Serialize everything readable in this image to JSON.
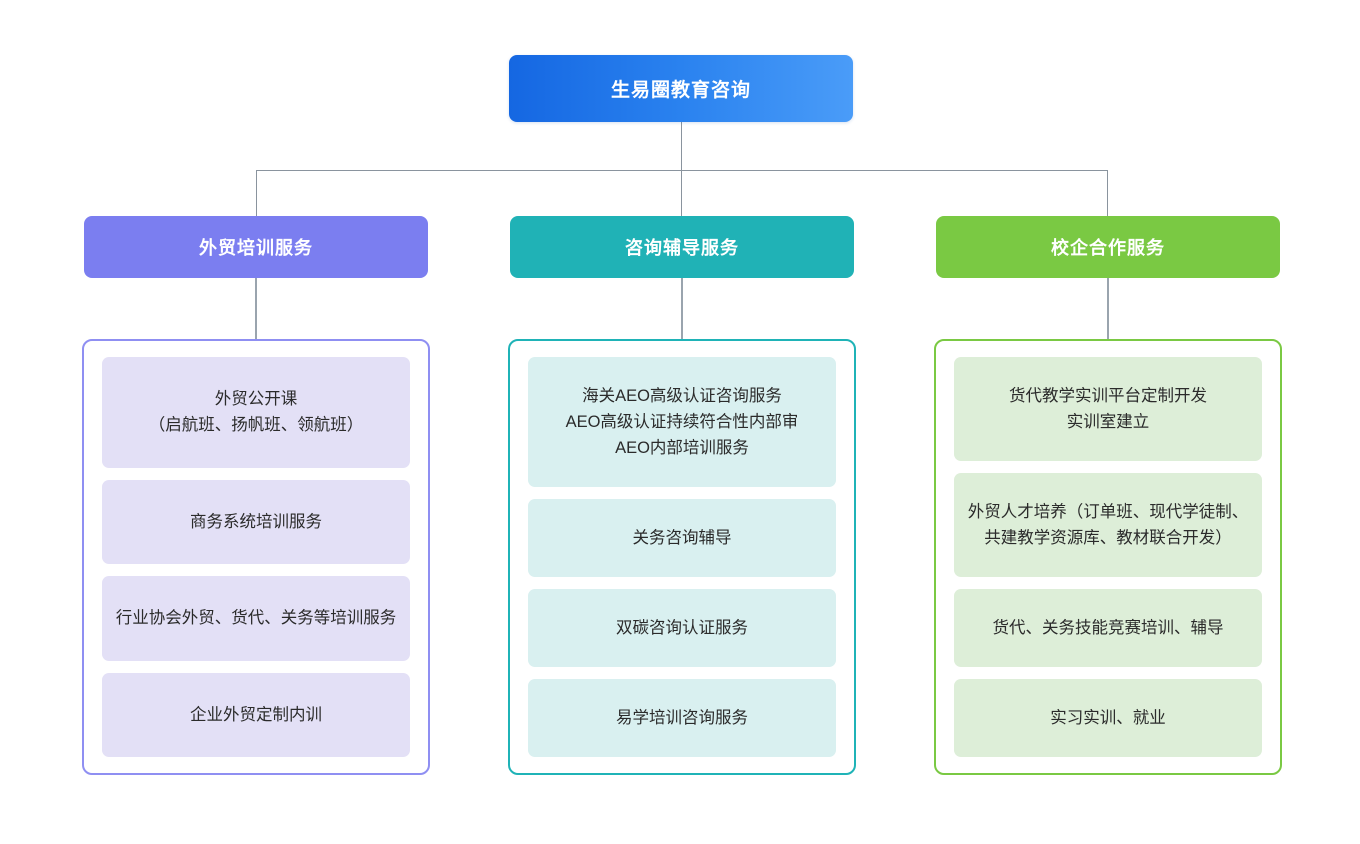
{
  "diagram": {
    "type": "organization-chart",
    "root": {
      "label": "生易圈教育咨询",
      "color_start": "#1567e2",
      "color_end": "#4a9cf8"
    },
    "branches": [
      {
        "label": "外贸培训服务",
        "color": "#7b7ef0",
        "border_color": "#8f8ff2",
        "card_color": "#e3e0f6",
        "items": [
          "外贸公开课\n（启航班、扬帆班、领航班）",
          "商务系统培训服务",
          "行业协会外贸、货代、关务等培训服务",
          "企业外贸定制内训"
        ]
      },
      {
        "label": "咨询辅导服务",
        "color": "#20b2b6",
        "border_color": "#1fb3b7",
        "card_color": "#d9f0f0",
        "items": [
          "海关AEO高级认证咨询服务\nAEO高级认证持续符合性内部审\nAEO内部培训服务",
          "关务咨询辅导",
          "双碳咨询认证服务",
          "易学培训咨询服务"
        ]
      },
      {
        "label": "校企合作服务",
        "color": "#7ac943",
        "border_color": "#7ac943",
        "card_color": "#ddeed8",
        "items": [
          "货代教学实训平台定制开发\n实训室建立",
          "外贸人才培养（订单班、现代学徒制、共建教学资源库、教材联合开发）",
          "货代、关务技能竞赛培训、辅导",
          "实习实训、就业"
        ]
      }
    ],
    "connector_color": "#8a949e"
  }
}
